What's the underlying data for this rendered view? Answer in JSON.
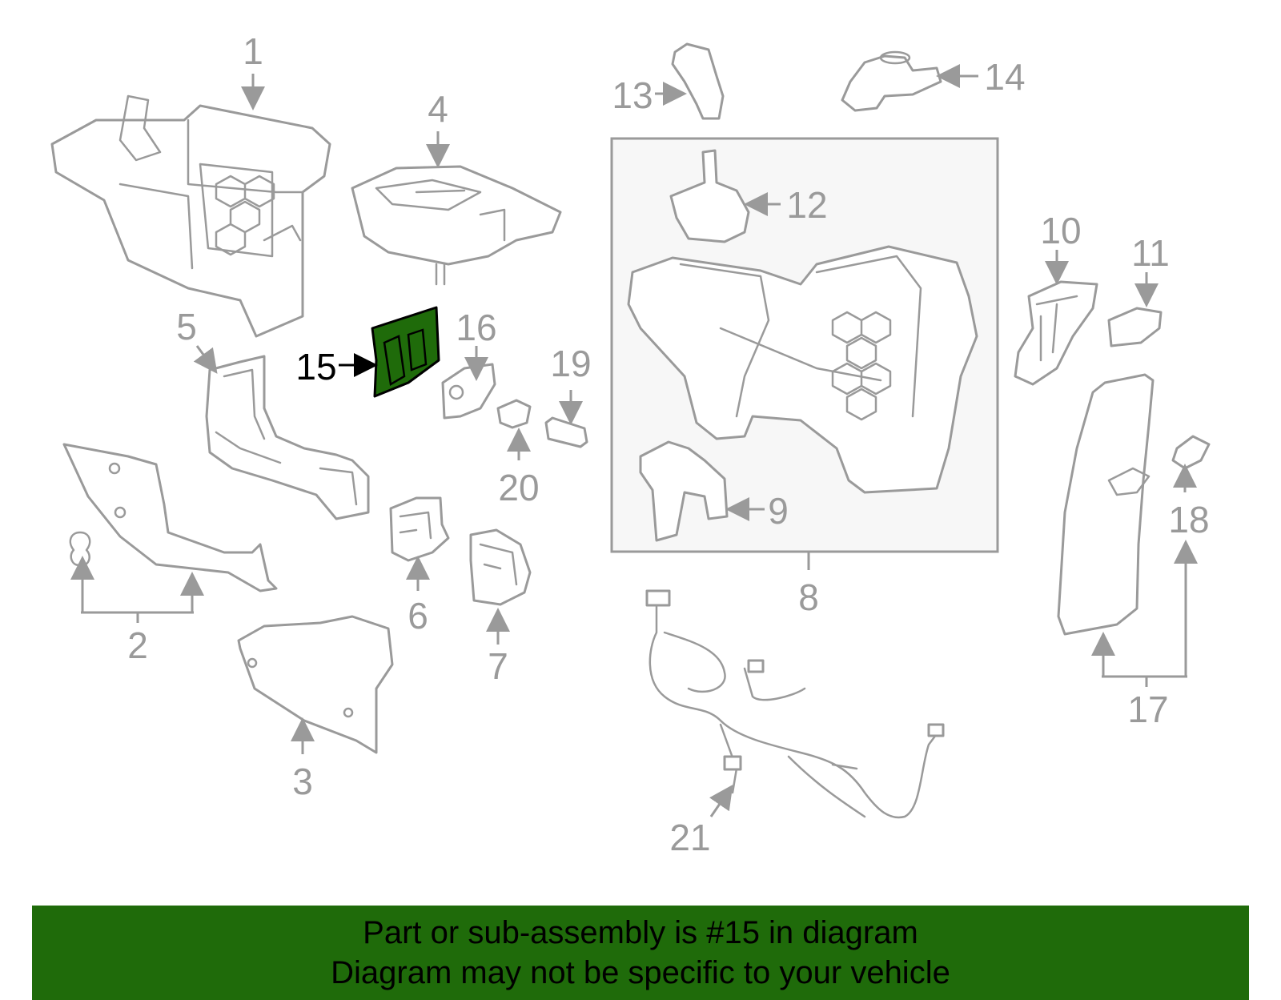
{
  "diagram": {
    "callouts": [
      "1",
      "2",
      "3",
      "4",
      "5",
      "6",
      "7",
      "8",
      "9",
      "10",
      "11",
      "12",
      "13",
      "14",
      "15",
      "16",
      "17",
      "18",
      "19",
      "20",
      "21"
    ],
    "highlighted_part": "15",
    "highlight_color": "#1f6b0a",
    "line_color": "#9a9a9a",
    "assembly_box_fill": "#f7f7f7"
  },
  "banner": {
    "line1": "Part or sub-assembly is #15 in diagram",
    "line2": "Diagram may not be specific to your vehicle",
    "background": "#1f6b0a"
  }
}
